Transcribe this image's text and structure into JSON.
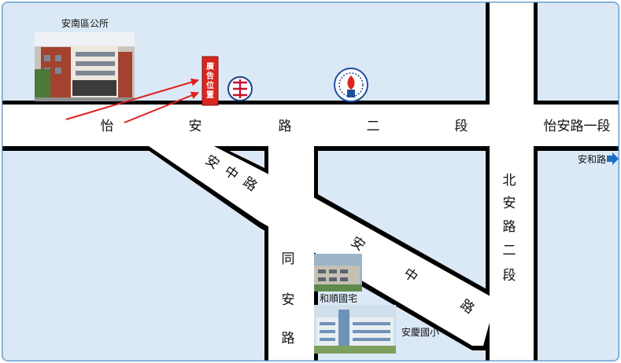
{
  "map": {
    "background_color": "#dbe9f6",
    "border_color": "#6aa0d0",
    "road_color": "#ffffff",
    "road_edge_color": "#000000"
  },
  "roads": {
    "yian_main": [
      "怡",
      "安",
      "路",
      "二",
      "段"
    ],
    "yian_section1": "怡安路一段",
    "anzhong_upper": [
      "安",
      "中",
      "路"
    ],
    "anzhong_lower": [
      "安",
      "中",
      "路"
    ],
    "tongan": [
      "同",
      "安",
      "路"
    ],
    "beian": [
      "北",
      "安",
      "路",
      "二",
      "段"
    ],
    "anhe": "安和路"
  },
  "landmarks": {
    "district_office": "安南區公所",
    "heshun_housing": "和順國宅",
    "anqing_school": "安慶國小",
    "ad_sign": [
      "廣",
      "告",
      "位",
      "置"
    ]
  },
  "colors": {
    "ad_red": "#d8261f",
    "arrow_red": "#e02020",
    "arrow_blue": "#1e6fc0",
    "post_logo_red": "#c8102e",
    "school_logo_blue": "#1f4fa0"
  },
  "icons": {
    "post_office": "post-office-logo-icon",
    "school": "school-emblem-icon",
    "direction": "blue-right-arrow-icon"
  }
}
